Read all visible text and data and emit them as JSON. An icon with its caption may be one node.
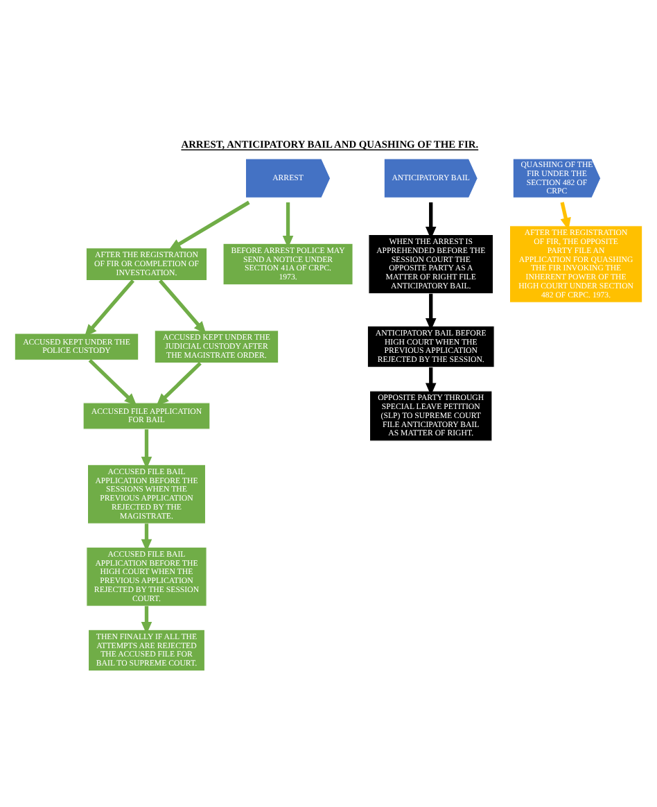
{
  "diagram": {
    "title": "ARREST, ANTICIPATORY BAIL AND QUASHING OF THE FIR.",
    "nodes": [
      {
        "text": [
          "ARREST"
        ]
      },
      {
        "text": [
          "ANTICIPATORY BAIL"
        ]
      },
      {
        "text": [
          "QUASHING OF THE FIR UNDER THE SECTION 482 OF CRPC"
        ]
      },
      {
        "text": [
          "AFTER THE REGISTRATION OF FIR OR COMPLETION OF INVESTGATION."
        ]
      },
      {
        "text": [
          "BEFORE ARREST POLICE MAY SEND A NOTICE UNDER SECTION 41A OF CRPC. 1973."
        ]
      },
      {
        "text": [
          "WHEN THE ARREST IS APPREHENDED BEFORE THE SESSION COURT THE OPPOSITE PARTY AS A MATTER OF RIGHT FILE ANTICIPATORY BAIL."
        ]
      },
      {
        "text": [
          "AFTER THE REGISTRATION OF FIR, THE OPPOSITE PARTY FILE AN APPLICATION FOR QUASHING THE FIR INVOKING THE INHERENT POWER OF THE HIGH COURT UNDER SECTION 482 OF CRPC. 1973."
        ]
      },
      {
        "text": [
          "ACCUSED KEPT UNDER THE POLICE CUSTODY"
        ]
      },
      {
        "text": [
          "ACCUSED KEPT UNDER THE JUDICIAL CUSTODY AFTER THE MAGISTRATE ORDER."
        ]
      },
      {
        "text": [
          "ANTICIPATORY BAIL BEFORE HIGH COURT WHEN THE PREVIOUS APPLICATION REJECTED BY THE SESSION."
        ]
      },
      {
        "text": [
          "ACCUSED FILE APPLICATION FOR BAIL"
        ]
      },
      {
        "text": [
          "OPPOSITE PARTY THROUGH SPECIAL LEAVE PETITION (SLP) TO SUPREME COURT FILE ANTICIPATORY BAIL AS MATTER OF RIGHT."
        ]
      },
      {
        "text": [
          "ACCUSED FILE BAIL APPLICATION BEFORE THE SESSIONS WHEN THE PREVIOUS APPLICATION REJECTED BY THE MAGISTRATE."
        ]
      },
      {
        "text": [
          "ACCUSED FILE BAIL APPLICATION BEFORE THE HIGH COURT WHEN THE PREVIOUS APPLICATION REJECTED BY THE SESSION COURT."
        ]
      },
      {
        "text": [
          "THEN FINALLY IF ALL THE ATTEMPTS ARE REJECTED THE ACCUSED FILE FOR BAIL TO SUPREME COURT."
        ]
      }
    ],
    "edges": [
      {
        "from": 0,
        "to": 3,
        "arrow": "to",
        "color": "#70ad47"
      },
      {
        "from": 0,
        "to": 4,
        "arrow": "to",
        "color": "#70ad47"
      },
      {
        "from": 1,
        "to": 5,
        "arrow": "to",
        "color": "#000000"
      },
      {
        "from": 2,
        "to": 6,
        "arrow": "to",
        "color": "#ffc000"
      },
      {
        "from": 3,
        "to": 7,
        "arrow": "to",
        "color": "#70ad47"
      },
      {
        "from": 3,
        "to": 8,
        "arrow": "to",
        "color": "#70ad47"
      },
      {
        "from": 5,
        "to": 9,
        "arrow": "to",
        "color": "#000000"
      },
      {
        "from": 7,
        "to": 10,
        "arrow": "to",
        "color": "#70ad47"
      },
      {
        "from": 8,
        "to": 10,
        "arrow": "to",
        "color": "#70ad47"
      },
      {
        "from": 9,
        "to": 11,
        "arrow": "to",
        "color": "#000000"
      },
      {
        "from": 10,
        "to": 12,
        "arrow": "to",
        "color": "#70ad47"
      },
      {
        "from": 12,
        "to": 13,
        "arrow": "to",
        "color": "#70ad47"
      },
      {
        "from": 13,
        "to": 14,
        "arrow": "to",
        "color": "#70ad47"
      }
    ]
  }
}
